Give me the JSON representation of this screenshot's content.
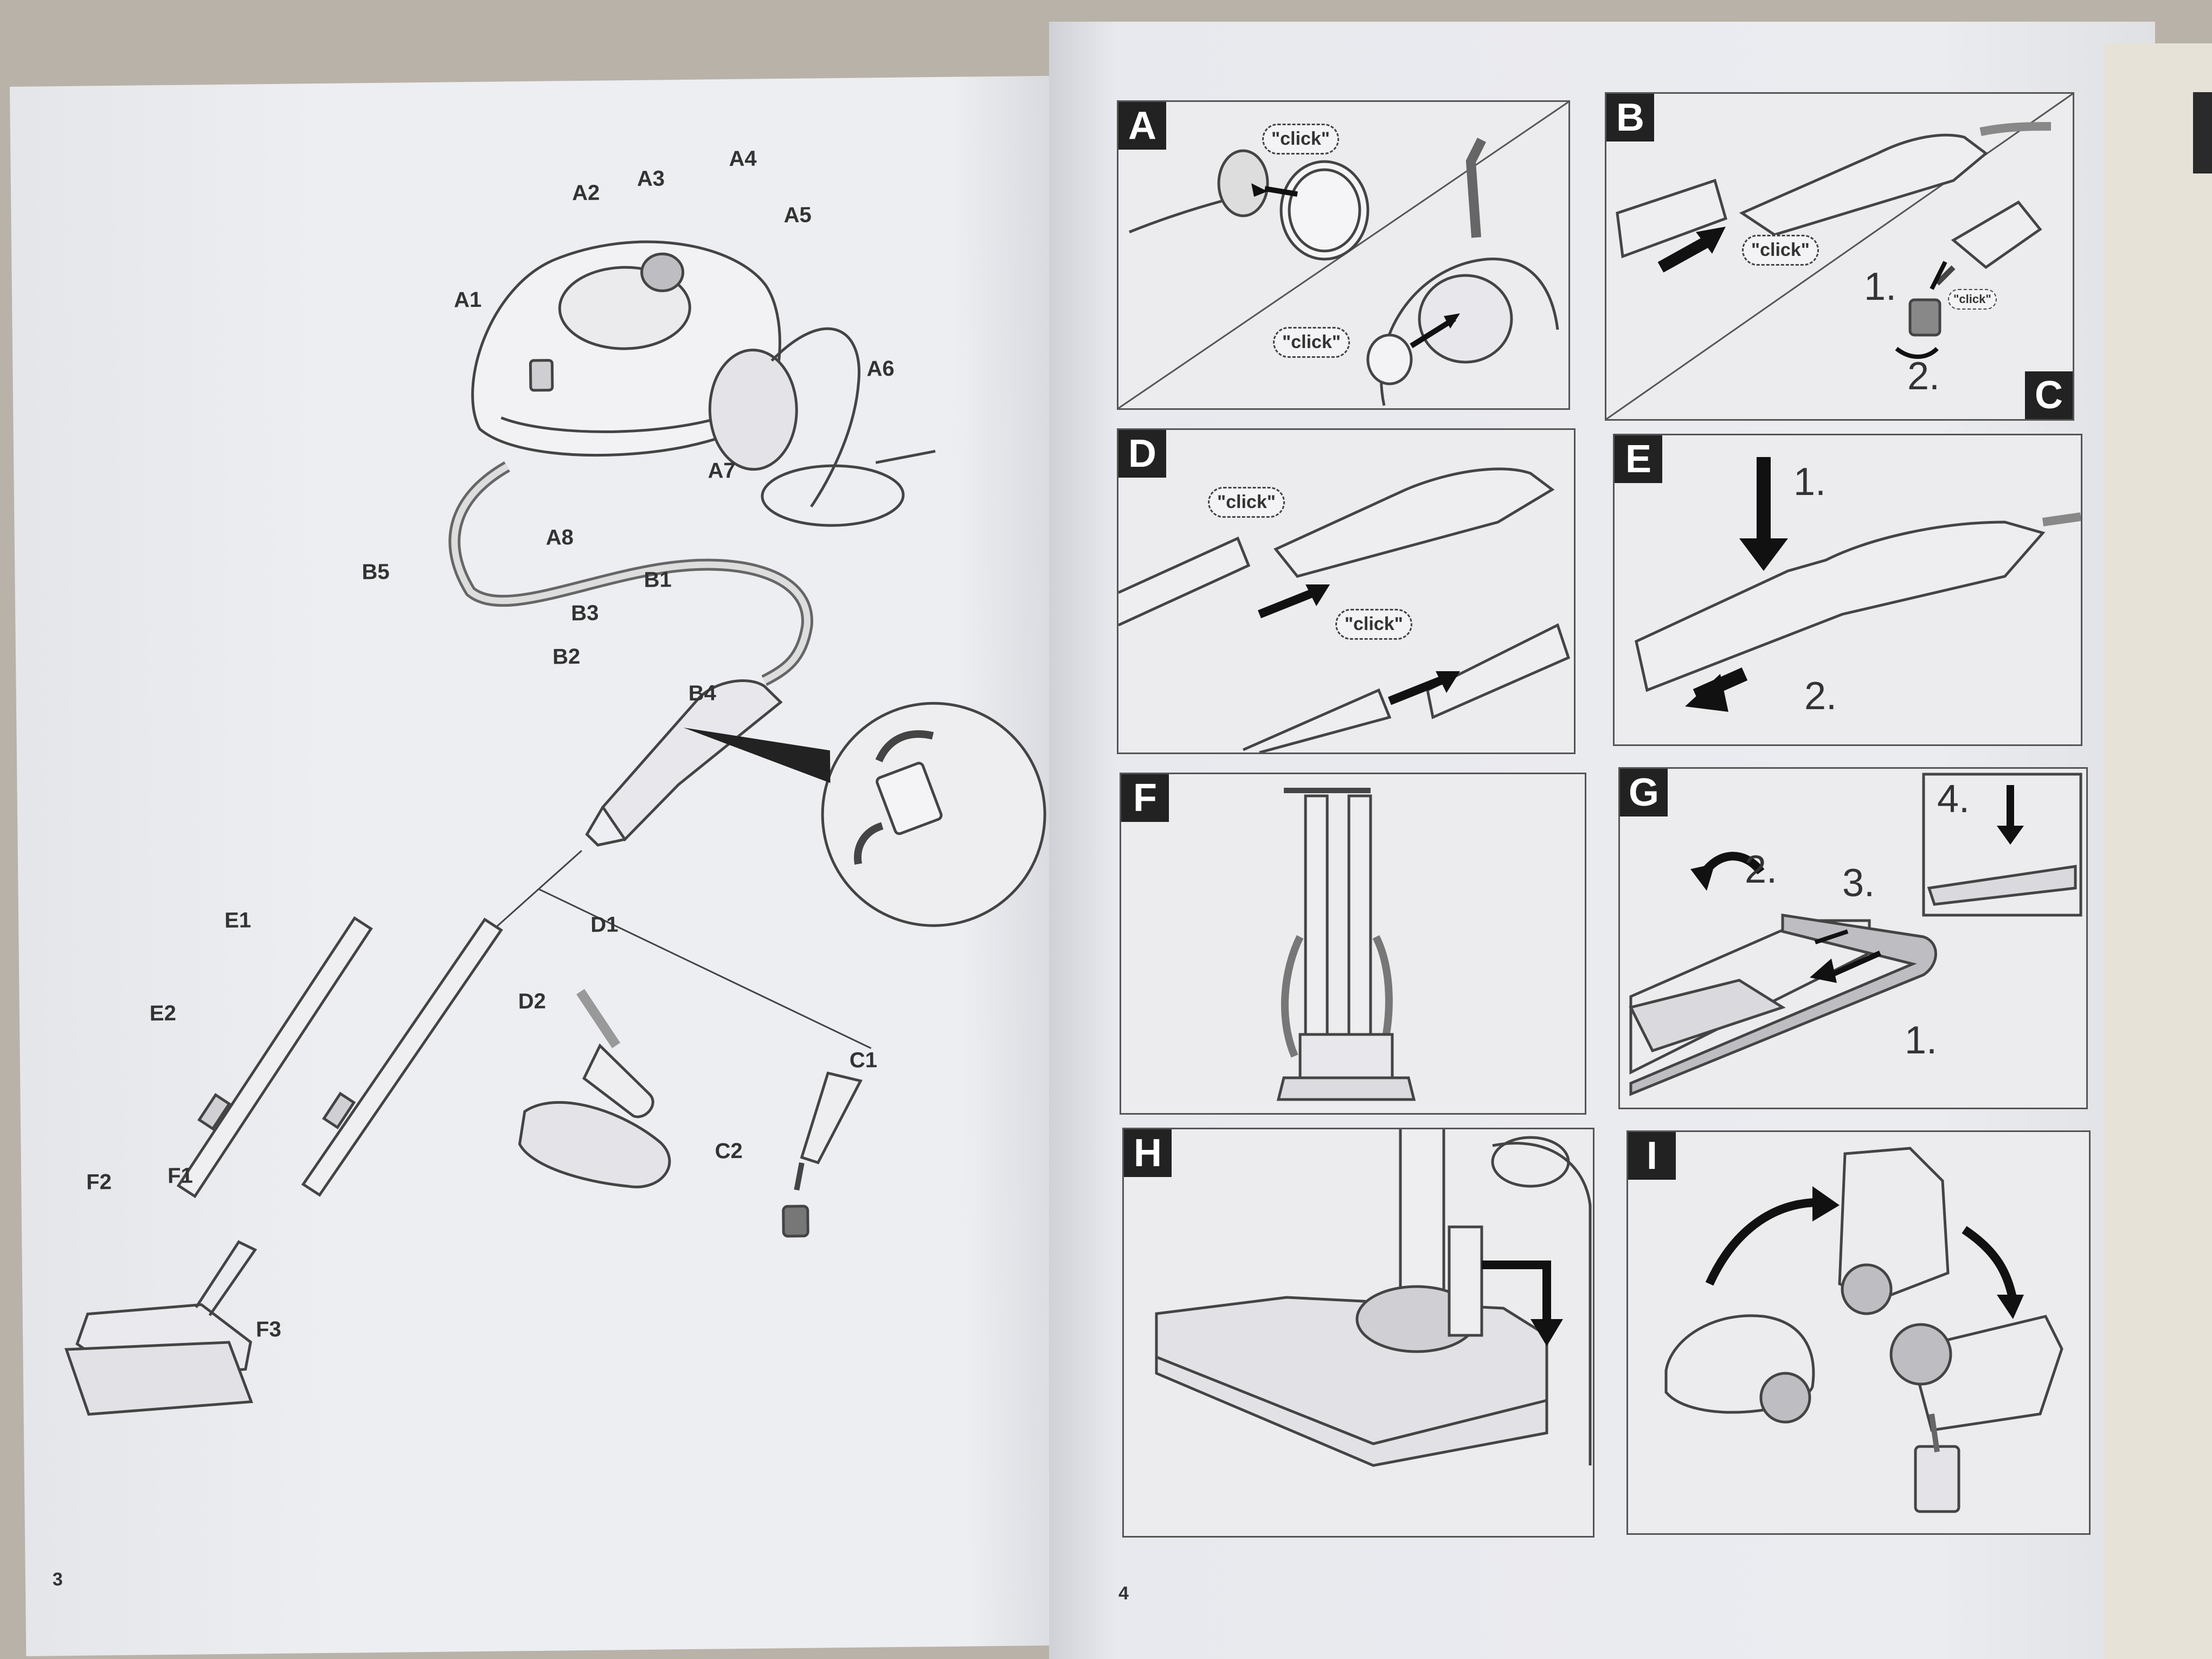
{
  "left_page": {
    "page_number": "3",
    "callouts": [
      "A1",
      "A2",
      "A3",
      "A4",
      "A5",
      "A6",
      "A7",
      "A8",
      "B1",
      "B2",
      "B3",
      "B4",
      "B5",
      "C1",
      "C2",
      "D1",
      "D2",
      "E1",
      "E2",
      "F1",
      "F2",
      "F3"
    ]
  },
  "right_page": {
    "page_number": "4",
    "panels": {
      "A": {
        "label": "A",
        "clicks": [
          "\"click\"",
          "\"click\""
        ]
      },
      "B": {
        "label": "B",
        "clicks": [
          "\"click\""
        ]
      },
      "C": {
        "label": "C",
        "steps": [
          "1.",
          "2."
        ],
        "clicks": [
          "\"click\""
        ]
      },
      "D": {
        "label": "D",
        "clicks": [
          "\"click\"",
          "\"click\""
        ]
      },
      "E": {
        "label": "E",
        "steps": [
          "1.",
          "2."
        ]
      },
      "F": {
        "label": "F"
      },
      "G": {
        "label": "G",
        "steps": [
          "1.",
          "2.",
          "3.",
          "4."
        ]
      },
      "H": {
        "label": "H"
      },
      "I": {
        "label": "I"
      }
    }
  }
}
